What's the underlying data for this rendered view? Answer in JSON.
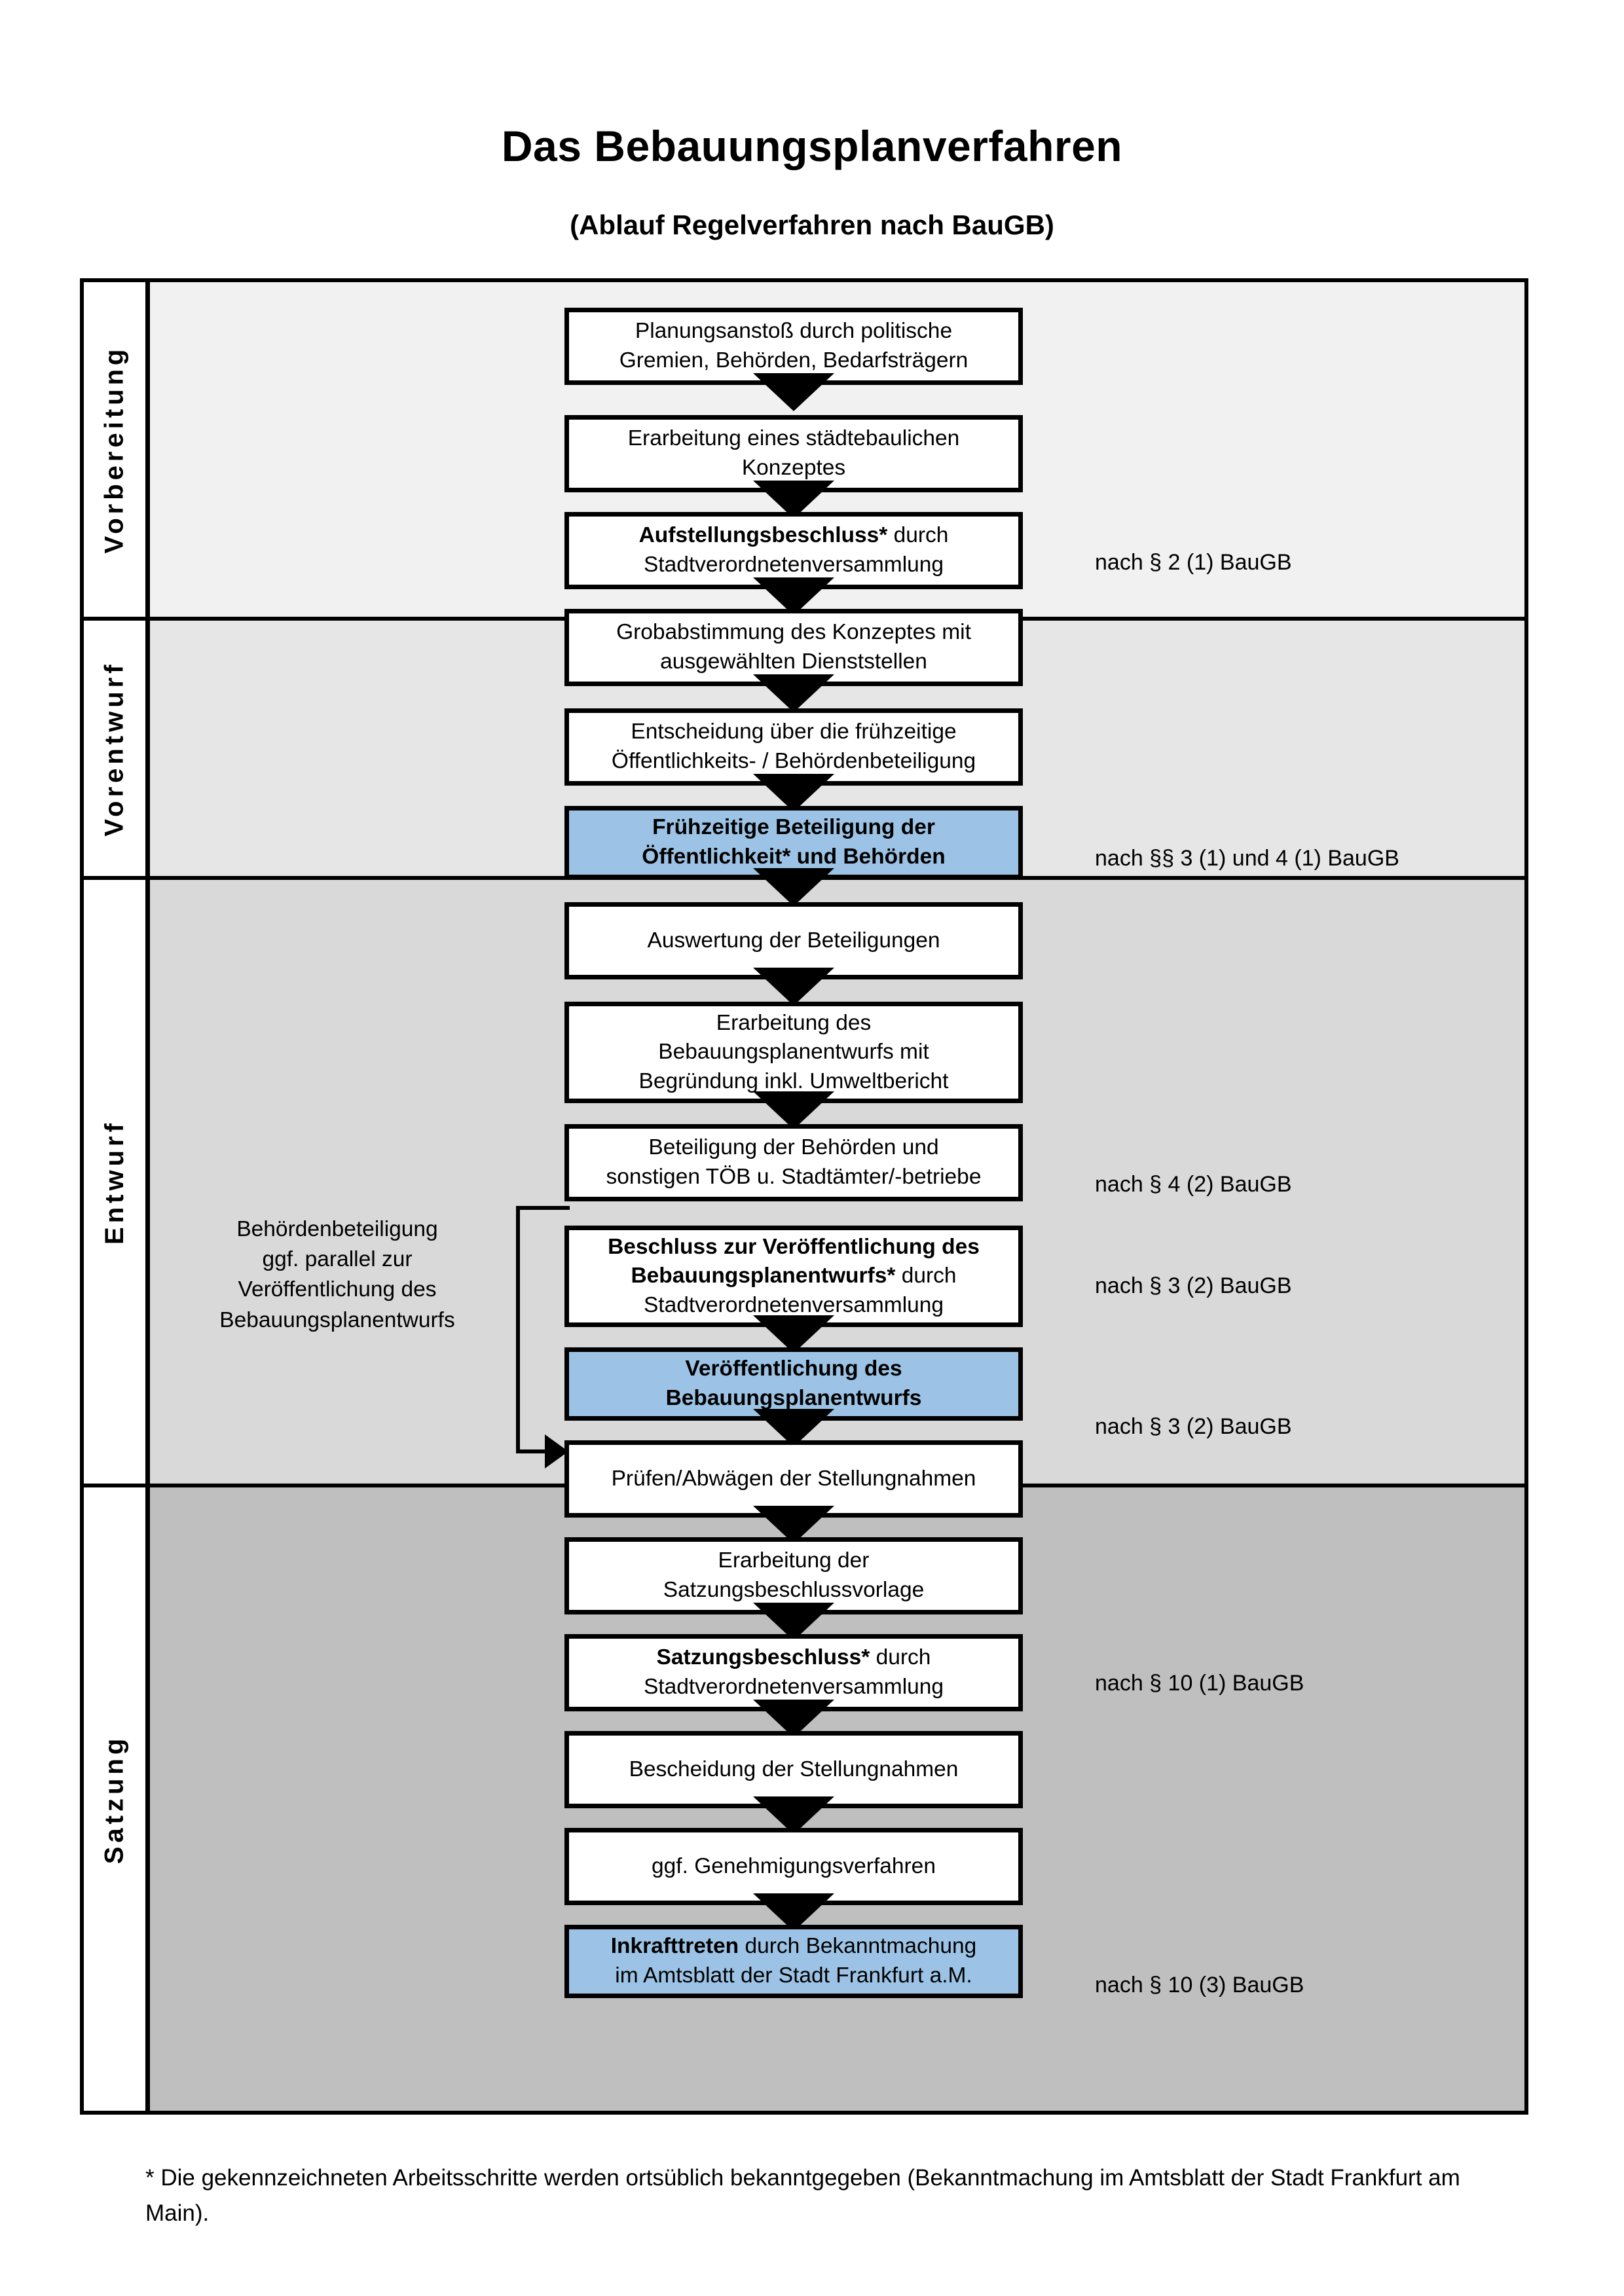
{
  "title": "Das Bebauungsplanverfahren",
  "subtitle": "(Ablauf Regelverfahren nach BauGB)",
  "colors": {
    "highlight_blue": "#9CC3E5",
    "band_vorbereitung": "#F1F1F1",
    "band_vorentwurf": "#E6E6E6",
    "band_entwurf": "#D9D9D9",
    "band_satzung": "#BFBFBF",
    "border": "#000000"
  },
  "phases": [
    {
      "label": "Vorbereitung"
    },
    {
      "label": "Vorentwurf"
    },
    {
      "label": "Entwurf"
    },
    {
      "label": "Satzung"
    }
  ],
  "steps": [
    {
      "line1": "Planungsanstoß durch politische",
      "line2": "Gremien, Behörden, Bedarfsträgern",
      "bold1": "",
      "highlight": false
    },
    {
      "line1": "Erarbeitung eines städtebaulichen",
      "line2": "Konzeptes",
      "bold1": "",
      "highlight": false
    },
    {
      "line1": "Aufstellungsbeschluss* durch",
      "line2": "Stadtverordnetenversammlung",
      "bold1": "Aufstellungsbeschluss*",
      "rest1": " durch",
      "highlight": false
    },
    {
      "line1": "Grobabstimmung des Konzeptes mit",
      "line2": "ausgewählten Dienststellen",
      "bold1": "",
      "highlight": false
    },
    {
      "line1": "Entscheidung über die frühzeitige",
      "line2": "Öffentlichkeits- / Behördenbeteiligung",
      "bold1": "",
      "highlight": false
    },
    {
      "line1": "Frühzeitige Beteiligung der",
      "line2": "Öffentlichkeit* und Behörden",
      "bold_all": true,
      "highlight": true
    },
    {
      "line1": "Auswertung der Beteiligungen",
      "line2": "",
      "bold1": "",
      "highlight": false
    },
    {
      "line1": "Erarbeitung des",
      "line2": "Bebauungsplanentwurfs mit",
      "line3": "Begründung inkl. Umweltbericht",
      "bold1": "",
      "highlight": false
    },
    {
      "line1": "Beteiligung der Behörden und",
      "line2": "sonstigen TÖB u. Stadtämter/-betriebe",
      "bold1": "",
      "highlight": false
    },
    {
      "line1": "Beschluss zur Veröffentlichung des",
      "line2": "Bebauungsplanentwurfs* durch",
      "line3": "Stadtverordnetenversammlung",
      "bold1": "Beschluss zur Veröffentlichung des",
      "bold2": "Bebauungsplanentwurfs*",
      "rest2": " durch",
      "highlight": false
    },
    {
      "line1": "Veröffentlichung des",
      "line2": "Bebauungsplanentwurfs",
      "bold_all": true,
      "highlight": true
    },
    {
      "line1": "Prüfen/Abwägen der Stellungnahmen",
      "line2": "",
      "bold1": "",
      "highlight": false
    },
    {
      "line1": "Erarbeitung der",
      "line2": "Satzungsbeschlussvorlage",
      "bold1": "",
      "highlight": false
    },
    {
      "line1": "Satzungsbeschluss* durch",
      "line2": "Stadtverordnetenversammlung",
      "bold1": "Satzungsbeschluss*",
      "rest1": " durch",
      "highlight": false
    },
    {
      "line1": "Bescheidung der Stellungnahmen",
      "line2": "",
      "bold1": "",
      "highlight": false
    },
    {
      "line1": "ggf. Genehmigungsverfahren",
      "line2": "",
      "bold1": "",
      "highlight": false
    },
    {
      "line1": "Inkrafttreten durch Bekanntmachung",
      "line2": "im Amtsblatt der Stadt Frankfurt a.M.",
      "bold1": "Inkrafttreten",
      "rest1": " durch Bekanntmachung",
      "highlight": true
    }
  ],
  "references": [
    {
      "text": "nach § 2 (1) BauGB"
    },
    {
      "text": "nach §§ 3 (1) und 4 (1) BauGB"
    },
    {
      "text": "nach § 4 (2) BauGB"
    },
    {
      "text": "nach § 3 (2) BauGB"
    },
    {
      "text": "nach § 3 (2) BauGB"
    },
    {
      "text": "nach § 10 (1) BauGB"
    },
    {
      "text": "nach § 10 (3) BauGB"
    }
  ],
  "sidenote": {
    "line1": "Behördenbeteiligung",
    "line2": "ggf. parallel zur",
    "line3": "Veröffentlichung des",
    "line4": "Bebauungsplanentwurfs"
  },
  "footnote": "* Die gekennzeichneten Arbeitsschritte werden ortsüblich bekanntgegeben (Bekanntmachung im Amtsblatt  der Stadt Frankfurt am Main)."
}
